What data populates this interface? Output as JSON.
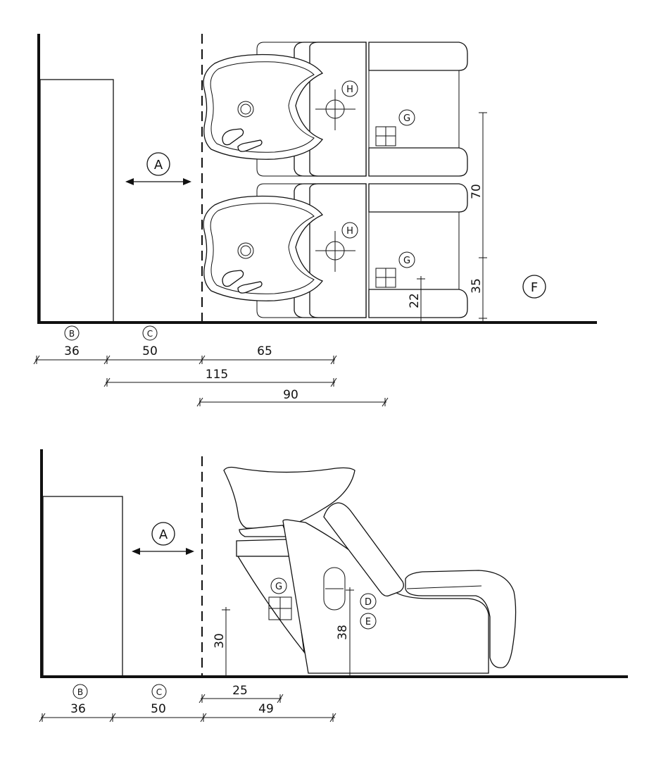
{
  "callouts": {
    "a": "A",
    "b": "B",
    "c": "C",
    "d": "D",
    "e": "E",
    "f": "F",
    "g": "G",
    "h": "H"
  },
  "plan_view": {
    "dimensions": {
      "wall_to_cabinet": "36",
      "cabinet_to_line": "50",
      "line_to_chair": "65",
      "cabinet_to_chair": "115",
      "line_to_end": "90",
      "unit_width": "70",
      "unit_clearance": "35",
      "outlet_height": "22"
    }
  },
  "side_view": {
    "dimensions": {
      "wall_to_cabinet": "36",
      "cabinet_to_line": "50",
      "line_to_outlet": "25",
      "line_to_drain": "49",
      "outlet_height": "30",
      "drain_height": "38"
    }
  }
}
